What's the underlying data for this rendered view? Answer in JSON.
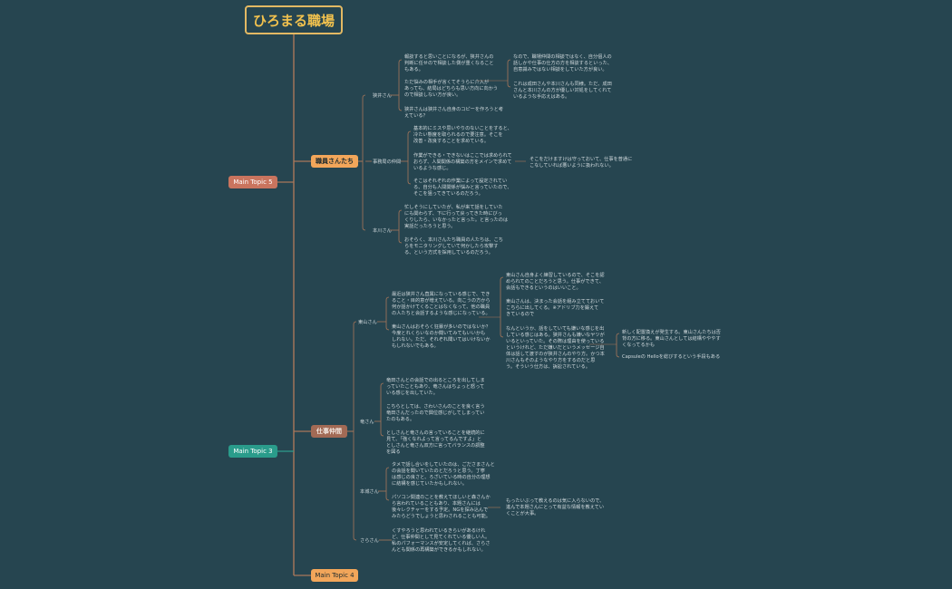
{
  "root": {
    "title": "ひろまる職場"
  },
  "colors": {
    "line": "#a9775a",
    "line_topic3": "#2f9c8c",
    "root_border": "#e3b963",
    "main_topic5": "#c9745e",
    "main_topic3": "#2a9c8b",
    "main_topic4": "#f2a65a",
    "branch_shokuin": "#f2a65a",
    "branch_shigoto": "#a26a55"
  },
  "main_topics": {
    "t5": "Main Topic 5",
    "t3": "Main Topic 3",
    "t4": "Main Topic 4"
  },
  "branches": {
    "shokuin": "職員さんたち",
    "shigoto": "仕事仲間"
  },
  "persons": {
    "kyoui": "狭井さん",
    "jimukyoku": "事務局の仲間",
    "motokawa": "本川さん",
    "higashiyama": "東山さん",
    "takagi": "竜さん",
    "motoi": "本城さん",
    "sara": "さらさん"
  },
  "notes": {
    "n1": "報談すると思いことになるが、狭井さんの\n判断に任せので相談した側が重くなること\nもある。",
    "n2": "ただ悩みの相手が言くてそうらに介入が\nあっても、結局はどちらも思い方向に向かう\nので相談しない方が良い。",
    "n3": "狭井さんは狭井さん自身のコピーを作ろうと考\nえている？",
    "n4": "なので、職場仲間の相談ではなく、自分個人の\n話しかや仕事の仕方の方を相談するといった、\n自意識みではない相談をしていた方が良い。",
    "n5": "これは成田さんや本川さんも同様。ただ、成田\nさんと本川さんの方が優しい対処をしてくれて\nいるような手応えはある。",
    "n6": "基本的にミスや思いやりのないことをすると、\n冷たい態度を取られるので要注意。そこを\n改善・改良することを求めている。",
    "n7": "作業ができる・できないはここでは求められて\nおらず、人間関係の構築の方をメインで求めて\nいるような感じ。",
    "n8": "そこはそれぞれの作業によって設定されてい\nる、自分も人間関係が悩みと言っていたので、\nそこを狙ってきているのだろう。",
    "n9": "そこをだけますけは守っておいて、仕事を普通に\nこなしていれば悪いように扱われない。",
    "n10": "忙しそうにしていたが、私が来て話をしていた\nにも関わらず、下に行って戻ってきた時にびっ\nくりしたら、いなかったと言った。と言ったのは\n実話だったろうと思う。",
    "n11": "おそらく、本川さんたち職員の人たちは、こち\nらをモニタリングしていて何かしたら攻撃す\nる、という方式を採用しているのだろう。",
    "n12": "最近は狭井さん直属になっている感じで、でき\nること・目的意が増えている。向こうの方から\n何か話かけてくることはなくなって、他の職員\nの人たちと会話するような感じになっている。",
    "n13": "東山さんはおそらく狂暴が多いのではないか？\n今度とれくらいなのか聞いてみてもいいかも\nしれない。ただ、それぞれ聞いてはいけないか\nもしれないでもある。",
    "n14": "東山さん自身よく練習しているので、そこを認\nめられてのことだろうと思う。仕事ができて、\n会話もできるというのはいいこと。",
    "n15": "東山さんは、決まった会話を組み立てておいて\nこちらに出してくる。※アドリブ力を鍛えて\nきているので",
    "n16": "なんというか、話をしていても嫌いな感じを出\nしている感じはある。狭井さんも嫌いなヤツが\nいるといっていた。その際は理由を使っている\nというけれど、ただ嫌いだというメッセージ自\n体は話して渡すのが狭井さんのやり方。かつ本\n川さんもそのようなやり方をするのだと思\nう。そういう仕方は、訴訟されている。",
    "n17": "新しく配置換えが発生する。東山さんたちは否\n背の方に移る。東山さんとしては結構やややす\nくなってるかも",
    "n18": "Capsuleの Helloを総びするという手段もある",
    "n19": "竜田さんとの会話での出るところを出してしま\nっていたこともあり、竜さんはちょっと怒って\nいる感じを出していた。",
    "n20": "こちらとしては、さわいさんのことを良く言う\n竜田さんだったので興位感じがしてしまってい\nたのもある。",
    "n21": "としさんと竜さんの言っていることを継続的に\n見て、「強くなれよって言ってるんですよ」と\nとしさんと竜さん双方に言ってバランスの調整\nを図る",
    "n22": "タメで話し合いをしていたのは、ごださまさんと\nの会話を聞いていたのとだろうと思う。丁寧\nは感じの良さと、ろざいている時の自分の理想\nに結構を感じていたかもしれない。",
    "n23": "パソコン関連のことを教えてほしいと森さんか\nら言われていることもあり、本題さんには\n後々レクチャーをする予定。NGを探み込んで\nみたらどうでしょうと思わされることも可能。",
    "n24": "もったいぶって教えるのは気に入らないので、\n進んで本題さんにとって有益な情報を教えてい\nくことが大事。",
    "n25": "くすやろうと思われているきらいがあるけれ\nど、仕事仲間として見てくれている優しい人。\n私のパフォーマンスが安定してくれば、さらさ\nんとも関係の再構築ができるかもしれない。"
  }
}
